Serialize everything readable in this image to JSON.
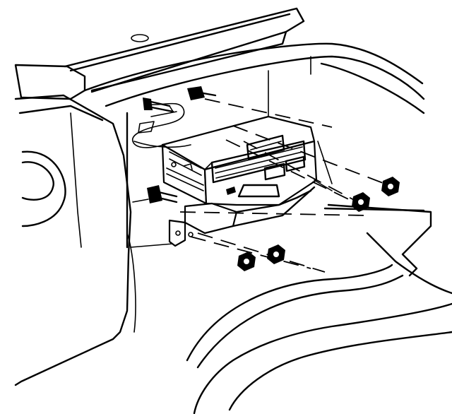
{
  "figure": {
    "subject": "radio-receiver-installation",
    "ink_color": "#000000",
    "background_color": "#ffffff"
  },
  "components": {
    "radio_receiver": "radio-receiver",
    "mounting_bracket": "mounting-bracket",
    "mounting_studs": [
      "upper-left-stud",
      "upper-center-stud",
      "left-side-stud"
    ],
    "nuts": [
      "upper-right-nut-1",
      "upper-right-nut-2",
      "lower-nut-1",
      "lower-nut-2"
    ],
    "wiring": "wiring-harness",
    "panels": [
      "rear-package-shelf",
      "left-quarter-trim",
      "instrument-panel-carrier",
      "floor-console-trim"
    ]
  }
}
